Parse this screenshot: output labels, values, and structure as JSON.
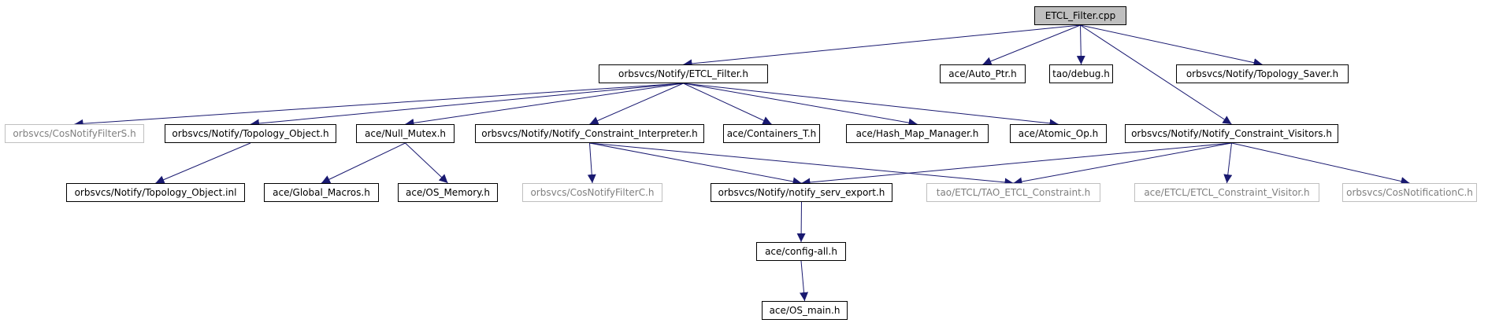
{
  "graph": {
    "root": "ETCL_Filter.cpp",
    "edge_color": "#191970",
    "nodes": [
      {
        "id": "etcl_filter_cpp",
        "label": "ETCL_Filter.cpp",
        "kind": "root"
      },
      {
        "id": "etcl_filter_h",
        "label": "orbsvcs/Notify/ETCL_Filter.h",
        "kind": "doc"
      },
      {
        "id": "auto_ptr_h",
        "label": "ace/Auto_Ptr.h",
        "kind": "doc"
      },
      {
        "id": "debug_h",
        "label": "tao/debug.h",
        "kind": "doc"
      },
      {
        "id": "topology_saver_h",
        "label": "orbsvcs/Notify/Topology_Saver.h",
        "kind": "doc"
      },
      {
        "id": "cosnotifyfilters_h",
        "label": "orbsvcs/CosNotifyFilterS.h",
        "kind": "external"
      },
      {
        "id": "topology_object_h",
        "label": "orbsvcs/Notify/Topology_Object.h",
        "kind": "doc"
      },
      {
        "id": "null_mutex_h",
        "label": "ace/Null_Mutex.h",
        "kind": "doc"
      },
      {
        "id": "constraint_interpreter_h",
        "label": "orbsvcs/Notify/Notify_Constraint_Interpreter.h",
        "kind": "doc"
      },
      {
        "id": "containers_t_h",
        "label": "ace/Containers_T.h",
        "kind": "doc"
      },
      {
        "id": "hash_map_manager_h",
        "label": "ace/Hash_Map_Manager.h",
        "kind": "doc"
      },
      {
        "id": "atomic_op_h",
        "label": "ace/Atomic_Op.h",
        "kind": "doc"
      },
      {
        "id": "constraint_visitors_h",
        "label": "orbsvcs/Notify/Notify_Constraint_Visitors.h",
        "kind": "doc"
      },
      {
        "id": "topology_object_inl",
        "label": "orbsvcs/Notify/Topology_Object.inl",
        "kind": "doc"
      },
      {
        "id": "global_macros_h",
        "label": "ace/Global_Macros.h",
        "kind": "doc"
      },
      {
        "id": "os_memory_h",
        "label": "ace/OS_Memory.h",
        "kind": "doc"
      },
      {
        "id": "cosnotifyfilterc_h",
        "label": "orbsvcs/CosNotifyFilterC.h",
        "kind": "external"
      },
      {
        "id": "notify_serv_export_h",
        "label": "orbsvcs/Notify/notify_serv_export.h",
        "kind": "doc"
      },
      {
        "id": "tao_etcl_constraint_h",
        "label": "tao/ETCL/TAO_ETCL_Constraint.h",
        "kind": "external"
      },
      {
        "id": "etcl_constraint_visitor_h",
        "label": "ace/ETCL/ETCL_Constraint_Visitor.h",
        "kind": "external"
      },
      {
        "id": "cosnotificationc_h",
        "label": "orbsvcs/CosNotificationC.h",
        "kind": "external"
      },
      {
        "id": "config_all_h",
        "label": "ace/config-all.h",
        "kind": "doc"
      },
      {
        "id": "os_main_h",
        "label": "ace/OS_main.h",
        "kind": "doc"
      }
    ],
    "edges": [
      [
        "etcl_filter_cpp",
        "etcl_filter_h"
      ],
      [
        "etcl_filter_cpp",
        "auto_ptr_h"
      ],
      [
        "etcl_filter_cpp",
        "debug_h"
      ],
      [
        "etcl_filter_cpp",
        "topology_saver_h"
      ],
      [
        "etcl_filter_cpp",
        "constraint_visitors_h"
      ],
      [
        "etcl_filter_h",
        "cosnotifyfilters_h"
      ],
      [
        "etcl_filter_h",
        "topology_object_h"
      ],
      [
        "etcl_filter_h",
        "null_mutex_h"
      ],
      [
        "etcl_filter_h",
        "constraint_interpreter_h"
      ],
      [
        "etcl_filter_h",
        "containers_t_h"
      ],
      [
        "etcl_filter_h",
        "hash_map_manager_h"
      ],
      [
        "etcl_filter_h",
        "atomic_op_h"
      ],
      [
        "topology_object_h",
        "topology_object_inl"
      ],
      [
        "null_mutex_h",
        "global_macros_h"
      ],
      [
        "null_mutex_h",
        "os_memory_h"
      ],
      [
        "constraint_interpreter_h",
        "cosnotifyfilterc_h"
      ],
      [
        "constraint_interpreter_h",
        "notify_serv_export_h"
      ],
      [
        "constraint_interpreter_h",
        "tao_etcl_constraint_h"
      ],
      [
        "constraint_visitors_h",
        "notify_serv_export_h"
      ],
      [
        "constraint_visitors_h",
        "tao_etcl_constraint_h"
      ],
      [
        "constraint_visitors_h",
        "etcl_constraint_visitor_h"
      ],
      [
        "constraint_visitors_h",
        "cosnotificationc_h"
      ],
      [
        "notify_serv_export_h",
        "config_all_h"
      ],
      [
        "config_all_h",
        "os_main_h"
      ]
    ]
  }
}
